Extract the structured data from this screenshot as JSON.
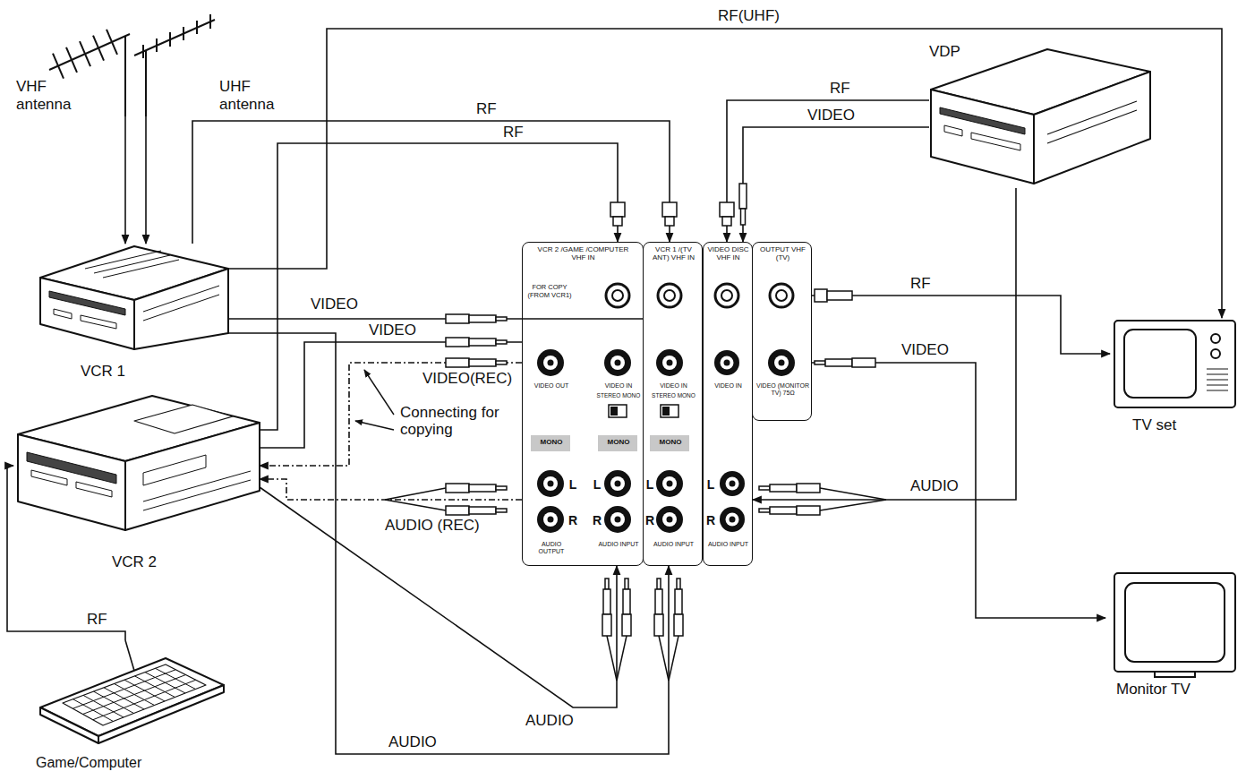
{
  "diagram": {
    "nodes": [
      {
        "text": [
          "VHF antenna"
        ]
      },
      {
        "text": [
          "UHF antenna"
        ]
      },
      {
        "text": [
          "VDP"
        ]
      },
      {
        "text": [
          "VCR 1"
        ]
      },
      {
        "text": [
          "VCR 2 /GAME /COMPUTER VHF IN",
          "FOR COPY (FROM VCR1)",
          "VIDEO OUT",
          "VIDEO IN",
          "STEREO MONO",
          "MONO",
          "MONO",
          "L",
          "R",
          "L",
          "R",
          "AUDIO OUTPUT",
          "AUDIO INPUT"
        ]
      },
      {
        "text": [
          "VCR 1 /(TV ANT) VHF IN",
          "VIDEO IN",
          "STEREO MONO",
          "MONO",
          "L",
          "R",
          "AUDIO INPUT"
        ]
      },
      {
        "text": [
          "VIDEO DISC VHF IN",
          "VIDEO IN",
          "L",
          "R",
          "AUDIO INPUT"
        ]
      },
      {
        "text": [
          "OUTPUT VHF (TV)",
          "VIDEO (MONITOR TV) 75Ω"
        ]
      },
      {
        "text": [
          "TV set"
        ]
      },
      {
        "text": [
          "VCR 2"
        ]
      },
      {
        "text": [
          "Monitor TV"
        ]
      },
      {
        "text": [
          "Game/Computer"
        ]
      }
    ],
    "edges": [
      {
        "from": 0,
        "to": 3,
        "arrow": "to"
      },
      {
        "from": 1,
        "to": 3,
        "arrow": "to"
      },
      {
        "from": 3,
        "to": 8,
        "label": "RF(UHF)",
        "arrow": "to"
      },
      {
        "from": 3,
        "to": 5,
        "label": "RF",
        "arrow": "to"
      },
      {
        "from": 9,
        "to": 4,
        "label": "RF",
        "arrow": "to"
      },
      {
        "from": 3,
        "to": 5,
        "label": "VIDEO",
        "arrow": "none"
      },
      {
        "from": 9,
        "to": 4,
        "label": "VIDEO",
        "arrow": "none"
      },
      {
        "from": 4,
        "to": 9,
        "label": "VIDEO(REC)",
        "arrow": "to"
      },
      {
        "from": 4,
        "to": 9,
        "label": "AUDIO (REC)",
        "arrow": "to"
      },
      {
        "from": 9,
        "to": 4,
        "label": "AUDIO",
        "arrow": "to"
      },
      {
        "from": 3,
        "to": 5,
        "label": "AUDIO",
        "arrow": "to"
      },
      {
        "from": 2,
        "to": 6,
        "label": "RF",
        "arrow": "to"
      },
      {
        "from": 2,
        "to": 6,
        "label": "VIDEO",
        "arrow": "to"
      },
      {
        "from": 2,
        "to": 6,
        "label": "AUDIO",
        "arrow": "to"
      },
      {
        "from": 7,
        "to": 8,
        "label": "RF",
        "arrow": "to"
      },
      {
        "from": 7,
        "to": 10,
        "label": "VIDEO",
        "arrow": "to"
      },
      {
        "from": 11,
        "to": 9,
        "label": "RF",
        "arrow": "to"
      }
    ],
    "labels": [
      "Connecting for copying"
    ]
  }
}
